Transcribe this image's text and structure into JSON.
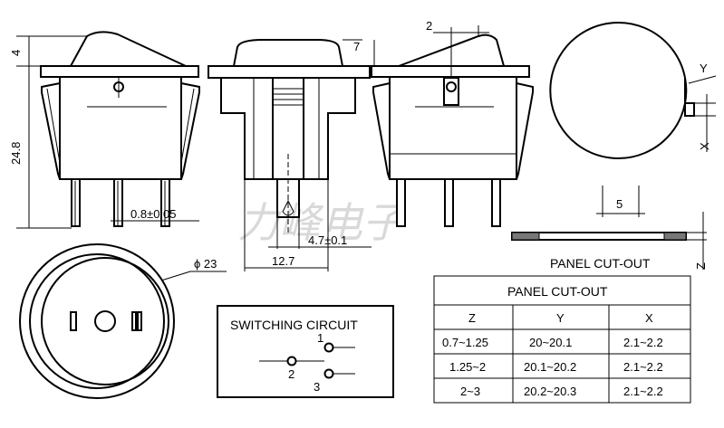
{
  "dimensions": {
    "top_height": "4",
    "body_height": "24.8",
    "pin_spacing": "0.8±0.05",
    "cap_height": "7",
    "tab_width": "4.7±0.1",
    "width": "12.7",
    "offset": "2",
    "y_label": "Y",
    "x_label": "X",
    "z_label": "Z",
    "notch": "5",
    "diameter": "ϕ 23"
  },
  "watermark": "力峰电子",
  "panel_label": "PANEL CUT-OUT",
  "switching": {
    "title": "SWITCHING CIRCUIT",
    "pin1": "1",
    "pin2": "2",
    "pin3": "3"
  },
  "table": {
    "title": "PANEL CUT-OUT",
    "headers": [
      "Z",
      "Y",
      "X"
    ],
    "rows": [
      [
        "0.7~1.25",
        "20~20.1",
        "2.1~2.2"
      ],
      [
        "1.25~2",
        "20.1~20.2",
        "2.1~2.2"
      ],
      [
        "2~3",
        "20.2~20.3",
        "2.1~2.2"
      ]
    ]
  }
}
